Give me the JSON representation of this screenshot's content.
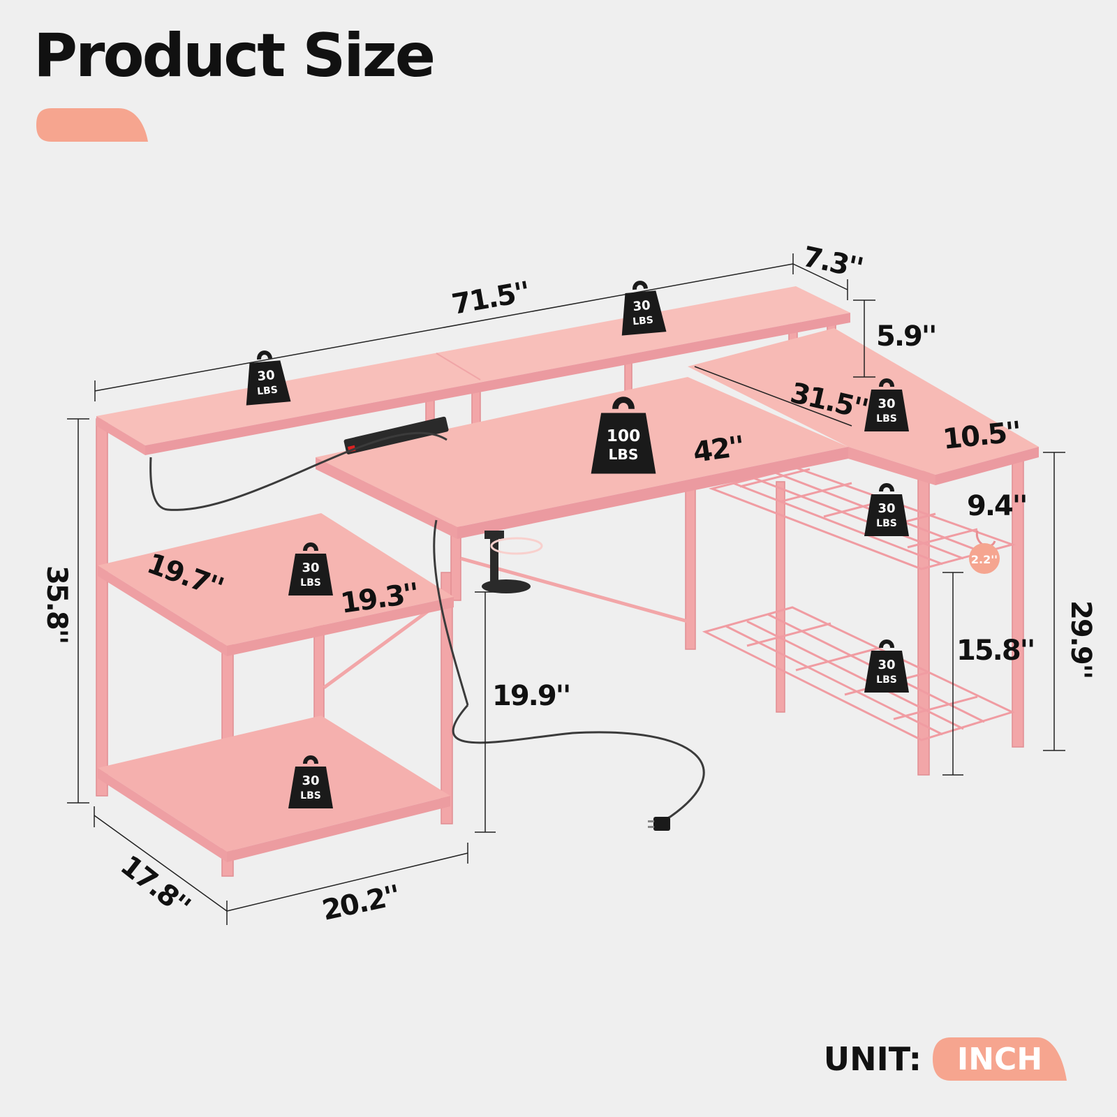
{
  "title": "Product Size",
  "accent_color": "#f6a58f",
  "desk_color": "#f6b3b0",
  "frame_color": "#f2a6a8",
  "dimensions": {
    "total_length": "71.5''",
    "riser_depth": "7.3''",
    "riser_height": "5.9''",
    "main_desk_length": "42''",
    "side_desk_length": "31.5''",
    "side_desk_depth": "10.5''",
    "side_shelf_gap": "9.4''",
    "hook_size": "2.2''",
    "desk_height": "29.9''",
    "rack_gap": "15.8''",
    "total_height": "35.8''",
    "left_shelf_width": "19.7''",
    "left_shelf_depth": "19.3''",
    "lower_opening_height": "19.9''",
    "base_depth": "17.8''",
    "base_width": "20.2''"
  },
  "weights": {
    "riser_left": [
      "30",
      "LBS"
    ],
    "riser_right": [
      "30",
      "LBS"
    ],
    "desktop": [
      "100",
      "LBS"
    ],
    "side_top": [
      "30",
      "LBS"
    ],
    "rack_upper": [
      "30",
      "LBS"
    ],
    "rack_lower": [
      "30",
      "LBS"
    ],
    "left_shelf": [
      "30",
      "LBS"
    ],
    "bottom_shelf": [
      "30",
      "LBS"
    ]
  },
  "icons": [
    "weight-icon",
    "power-strip-icon",
    "cup-holder-icon",
    "plug-icon"
  ],
  "unit": {
    "label": "UNIT:",
    "value": "INCH"
  }
}
